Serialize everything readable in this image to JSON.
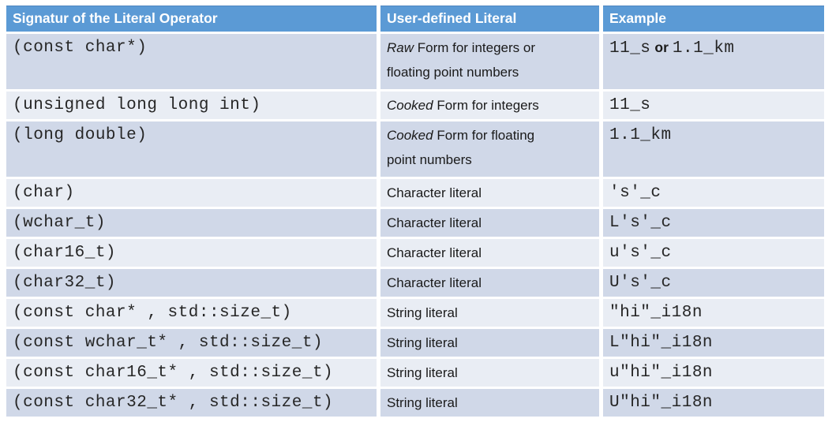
{
  "colors": {
    "header_bg": "#5b9ad5",
    "header_border": "#4e86c0",
    "band_dark": "#d0d8e8",
    "band_light": "#e9edf4",
    "code_text": "#262626",
    "body_text": "#1a1a1a",
    "header_text": "#ffffff"
  },
  "table": {
    "headers": [
      {
        "label": "Signatur of the Literal Operator"
      },
      {
        "label": "User-defined Literal"
      },
      {
        "label": "Example"
      }
    ],
    "rows": [
      {
        "signature": "(const char*)",
        "literal_em": "Raw",
        "literal_text": " Form for integers or\nfloating point numbers",
        "example_code": "11_s",
        "example_mid": "or",
        "example_code2": "1.1_km"
      },
      {
        "signature": "(unsigned long long int)",
        "literal_em": "Cooked",
        "literal_text": " Form for integers",
        "example_code": "11_s"
      },
      {
        "signature": "(long double)",
        "literal_em": "Cooked",
        "literal_text": " Form for floating\npoint numbers",
        "example_code": "1.1_km"
      },
      {
        "signature": "(char)",
        "literal_text": "Character literal",
        "example_code": "'s'_c"
      },
      {
        "signature": "(wchar_t)",
        "literal_text": "Character literal",
        "example_code": "L's'_c"
      },
      {
        "signature": "(char16_t)",
        "literal_text": "Character literal",
        "example_code": "u's'_c"
      },
      {
        "signature": "(char32_t)",
        "literal_text": "Character literal",
        "example_code": "U's'_c"
      },
      {
        "signature": "(const char* , std::size_t)",
        "literal_text": "String literal",
        "example_code": "\"hi\"_i18n"
      },
      {
        "signature": "(const wchar_t* , std::size_t)",
        "literal_text": "String literal",
        "example_code": "L\"hi\"_i18n"
      },
      {
        "signature": "(const char16_t* , std::size_t)",
        "literal_text": "String literal",
        "example_code": "u\"hi\"_i18n"
      },
      {
        "signature": "(const char32_t* , std::size_t)",
        "literal_text": "String literal",
        "example_code": "U\"hi\"_i18n"
      }
    ]
  }
}
